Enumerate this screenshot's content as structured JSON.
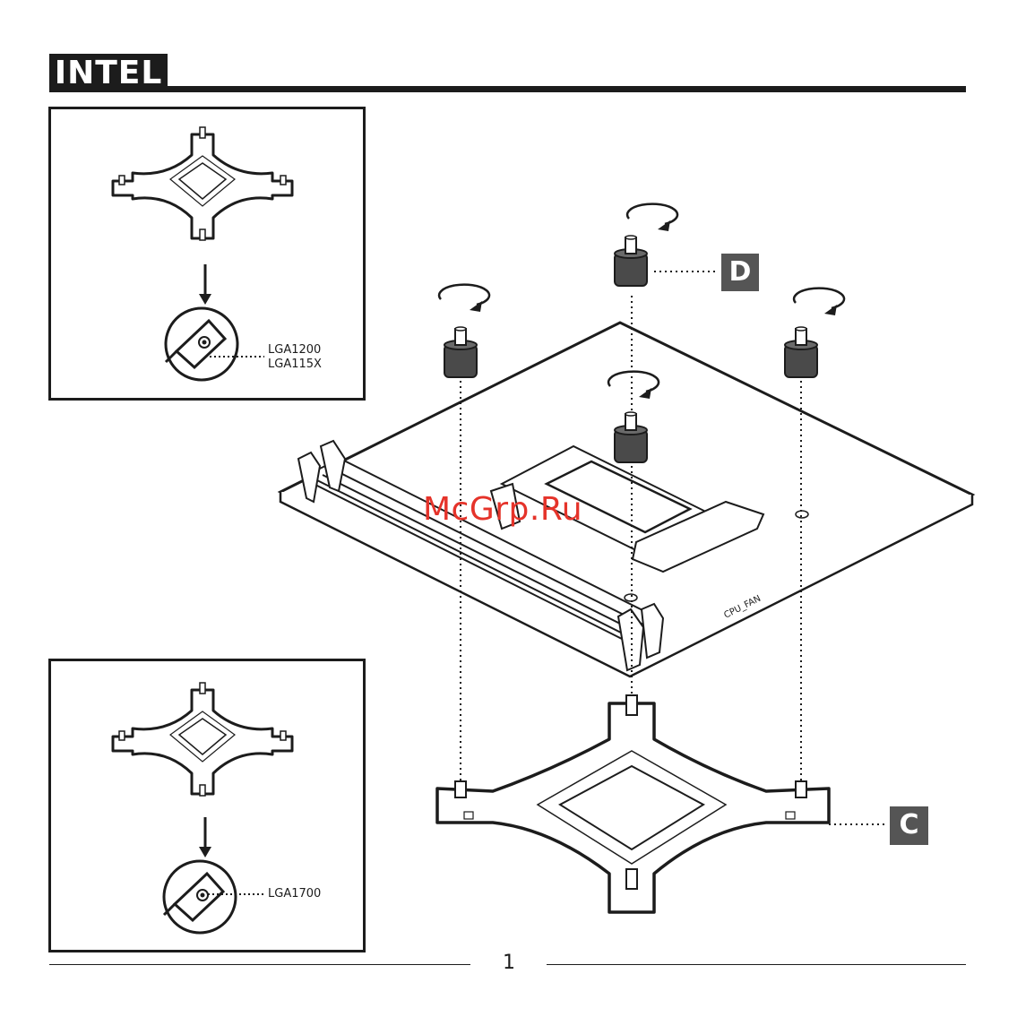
{
  "header": {
    "title": "INTEL"
  },
  "panel_top": {
    "socket_labels": [
      "LGA1200",
      "LGA115X"
    ]
  },
  "panel_bottom": {
    "socket_labels": [
      "LGA1700"
    ]
  },
  "callouts": {
    "standoff_label": "D",
    "backplate_label": "C"
  },
  "watermark": "McGrp.Ru",
  "motherboard_text": "CPU_FAN",
  "footer": {
    "page_number": "1"
  },
  "colors": {
    "ink": "#1c1c1c",
    "badge": "#555555",
    "watermark": "#e5332a",
    "standoff": "#4a4a4a"
  }
}
